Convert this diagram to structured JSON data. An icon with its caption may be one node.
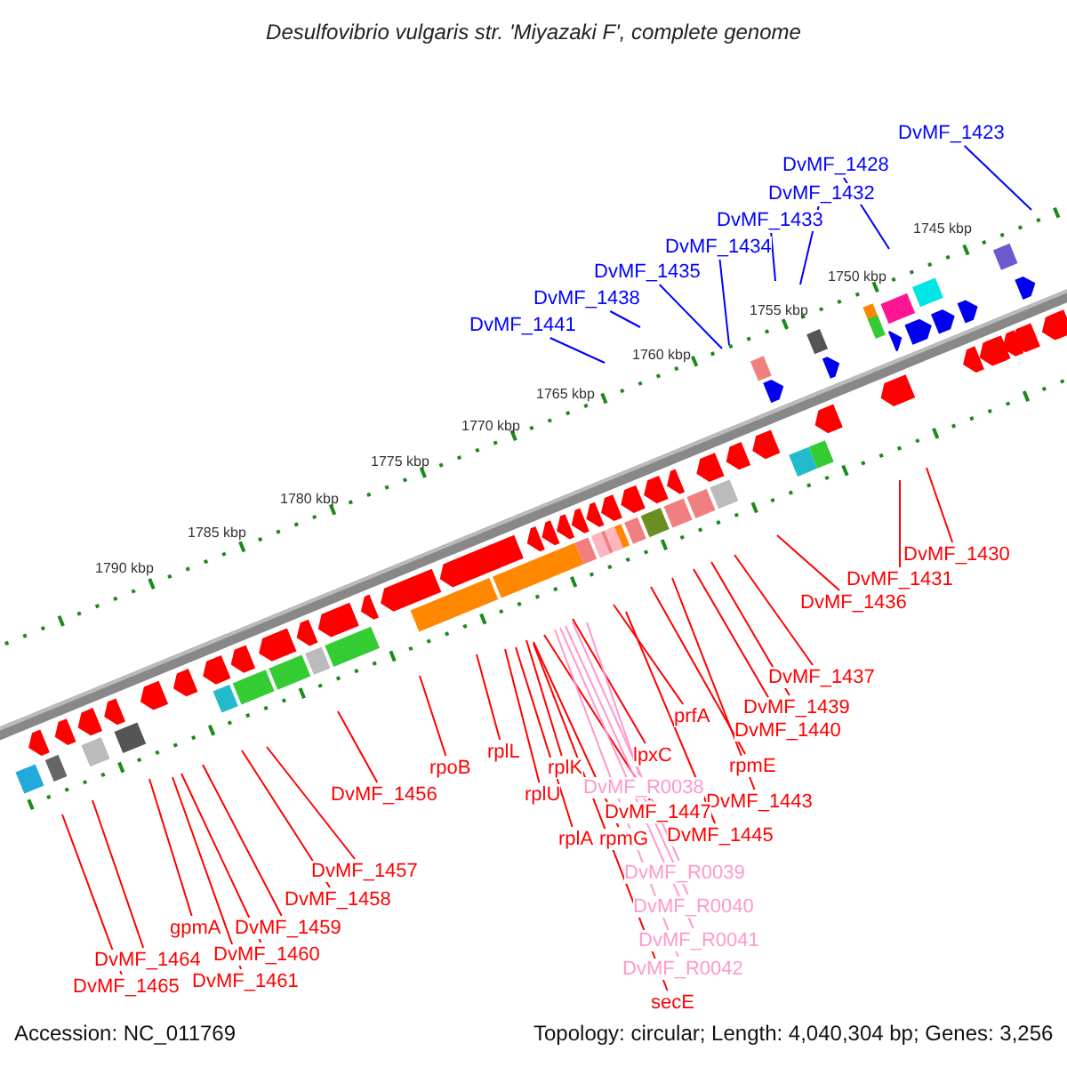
{
  "diagram": {
    "title": "Desulfovibrio vulgaris str. 'Miyazaki F', complete genome",
    "nodes": [
      {
        "text": [
          "DvMF_1423"
        ]
      },
      {
        "text": [
          "DvMF_1428"
        ]
      },
      {
        "text": [
          "DvMF_1432"
        ]
      },
      {
        "text": [
          "DvMF_1433"
        ]
      },
      {
        "text": [
          "DvMF_1434"
        ]
      },
      {
        "text": [
          "DvMF_1435"
        ]
      },
      {
        "text": [
          "DvMF_1438"
        ]
      },
      {
        "text": [
          "DvMF_1441"
        ]
      },
      {
        "text": [
          "DvMF_1430"
        ]
      },
      {
        "text": [
          "DvMF_1431"
        ]
      },
      {
        "text": [
          "DvMF_1436"
        ]
      },
      {
        "text": [
          "DvMF_1437"
        ]
      },
      {
        "text": [
          "DvMF_1439"
        ]
      },
      {
        "text": [
          "prfA"
        ]
      },
      {
        "text": [
          "DvMF_1440"
        ]
      },
      {
        "text": [
          "rpmE"
        ]
      },
      {
        "text": [
          "lpxC"
        ]
      },
      {
        "text": [
          "rplK"
        ]
      },
      {
        "text": [
          "rpoB"
        ]
      },
      {
        "text": [
          "rplL"
        ]
      },
      {
        "text": [
          "DvMF_R0038"
        ]
      },
      {
        "text": [
          "rplU"
        ]
      },
      {
        "text": [
          "DvMF_1443"
        ]
      },
      {
        "text": [
          "DvMF_1456"
        ]
      },
      {
        "text": [
          "DvMF_1447"
        ]
      },
      {
        "text": [
          "rplA"
        ]
      },
      {
        "text": [
          "rpmG"
        ]
      },
      {
        "text": [
          "DvMF_1445"
        ]
      },
      {
        "text": [
          "DvMF_1457"
        ]
      },
      {
        "text": [
          "DvMF_1458"
        ]
      },
      {
        "text": [
          "DvMF_R0039"
        ]
      },
      {
        "text": [
          "DvMF_1459"
        ]
      },
      {
        "text": [
          "gpmA"
        ]
      },
      {
        "text": [
          "DvMF_R0040"
        ]
      },
      {
        "text": [
          "DvMF_1460"
        ]
      },
      {
        "text": [
          "DvMF_1464"
        ]
      },
      {
        "text": [
          "DvMF_1465"
        ]
      },
      {
        "text": [
          "DvMF_1461"
        ]
      },
      {
        "text": [
          "DvMF_R0041"
        ]
      },
      {
        "text": [
          "DvMF_R0042"
        ]
      },
      {
        "text": [
          "secE"
        ]
      }
    ],
    "edges": [
      {
        "from": 0,
        "to": null,
        "arrow": "none",
        "color": "#0000ff"
      },
      {
        "from": 1,
        "to": null,
        "arrow": "none",
        "color": "#0000ff"
      },
      {
        "from": 2,
        "to": null,
        "arrow": "none",
        "color": "#0000ff"
      },
      {
        "from": 3,
        "to": null,
        "arrow": "none",
        "color": "#0000ff"
      },
      {
        "from": 4,
        "to": null,
        "arrow": "none",
        "color": "#0000ff"
      },
      {
        "from": 5,
        "to": null,
        "arrow": "none",
        "color": "#0000ff"
      },
      {
        "from": 6,
        "to": null,
        "arrow": "none",
        "color": "#0000ff"
      },
      {
        "from": 7,
        "to": null,
        "arrow": "none",
        "color": "#0000ff"
      },
      {
        "from": 8,
        "to": null,
        "arrow": "none"
      },
      {
        "from": 9,
        "to": null,
        "arrow": "none"
      },
      {
        "from": 10,
        "to": null,
        "arrow": "none"
      },
      {
        "from": 11,
        "to": null,
        "arrow": "none"
      },
      {
        "from": 12,
        "to": null,
        "arrow": "none"
      },
      {
        "from": 13,
        "to": null,
        "arrow": "none"
      },
      {
        "from": 14,
        "to": null,
        "arrow": "none"
      },
      {
        "from": 15,
        "to": null,
        "arrow": "none"
      },
      {
        "from": 16,
        "to": null,
        "arrow": "none"
      },
      {
        "from": 17,
        "to": null,
        "arrow": "none"
      },
      {
        "from": 18,
        "to": null,
        "arrow": "none"
      },
      {
        "from": 19,
        "to": null,
        "arrow": "none"
      },
      {
        "from": 20,
        "to": null,
        "arrow": "none",
        "color": "#ff99cc"
      },
      {
        "from": 21,
        "to": null,
        "arrow": "none"
      },
      {
        "from": 22,
        "to": null,
        "arrow": "none"
      },
      {
        "from": 23,
        "to": null,
        "arrow": "none"
      },
      {
        "from": 24,
        "to": null,
        "arrow": "none"
      },
      {
        "from": 25,
        "to": null,
        "arrow": "none"
      },
      {
        "from": 26,
        "to": null,
        "arrow": "none"
      },
      {
        "from": 27,
        "to": null,
        "arrow": "none"
      },
      {
        "from": 28,
        "to": null,
        "arrow": "none"
      },
      {
        "from": 29,
        "to": null,
        "arrow": "none"
      },
      {
        "from": 30,
        "to": null,
        "arrow": "none",
        "color": "#ff99cc"
      },
      {
        "from": 31,
        "to": null,
        "arrow": "none"
      },
      {
        "from": 32,
        "to": null,
        "arrow": "none"
      },
      {
        "from": 33,
        "to": null,
        "arrow": "none",
        "color": "#ff99cc"
      },
      {
        "from": 34,
        "to": null,
        "arrow": "none"
      },
      {
        "from": 35,
        "to": null,
        "arrow": "none"
      },
      {
        "from": 36,
        "to": null,
        "arrow": "none"
      },
      {
        "from": 37,
        "to": null,
        "arrow": "none"
      },
      {
        "from": 38,
        "to": null,
        "arrow": "none",
        "color": "#ff99cc"
      },
      {
        "from": 39,
        "to": null,
        "arrow": "none",
        "color": "#ff99cc"
      },
      {
        "from": 40,
        "to": null,
        "arrow": "none"
      }
    ],
    "labels": [
      "1745 kbp",
      "1750 kbp",
      "1755 kbp",
      "1760 kbp",
      "1765 kbp",
      "1770 kbp",
      "1775 kbp",
      "1780 kbp",
      "1785 kbp",
      "1790 kbp",
      "Accession: NC_011769",
      "Topology: circular; Length: 4,040,304 bp; Genes: 3,256"
    ]
  }
}
